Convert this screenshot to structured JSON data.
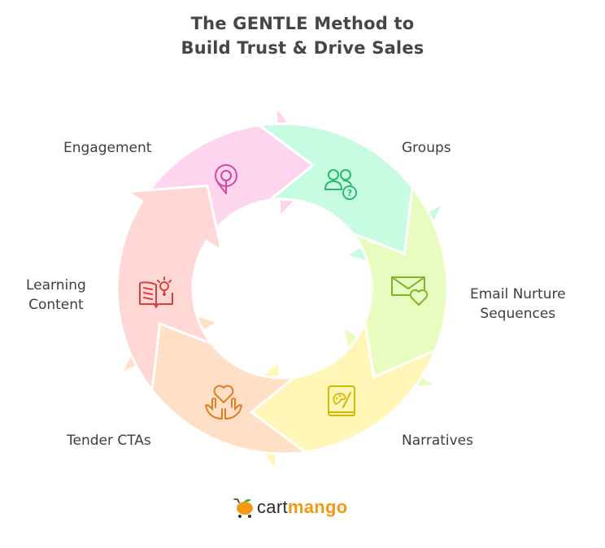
{
  "title": {
    "line1": "The GENTLE Method to",
    "line2": "Build Trust & Drive Sales"
  },
  "steps": [
    {
      "id": "engagement",
      "label_lines": [
        "Engagement"
      ],
      "icon": "location-pin-icon",
      "fill": "#fdd5ef",
      "stroke": "#d6479e"
    },
    {
      "id": "groups",
      "label_lines": [
        "Groups"
      ],
      "icon": "users-question-icon",
      "fill": "#c7fbe2",
      "stroke": "#2db872"
    },
    {
      "id": "email",
      "label_lines": [
        "Email Nurture",
        "Sequences"
      ],
      "icon": "mail-heart-icon",
      "fill": "#e8fcc0",
      "stroke": "#7fb52c"
    },
    {
      "id": "narratives",
      "label_lines": [
        "Narratives"
      ],
      "icon": "art-book-icon",
      "fill": "#fff6b8",
      "stroke": "#d6b800"
    },
    {
      "id": "tender-ctas",
      "label_lines": [
        "Tender CTAs"
      ],
      "icon": "hands-heart-icon",
      "fill": "#ffe0c6",
      "stroke": "#e07f22"
    },
    {
      "id": "learning",
      "label_lines": [
        "Learning",
        "Content"
      ],
      "icon": "book-idea-icon",
      "fill": "#ffd8d6",
      "stroke": "#d9403c"
    }
  ],
  "logo": {
    "part1": "cart",
    "part2": "mango",
    "accent": "#f29b12"
  }
}
